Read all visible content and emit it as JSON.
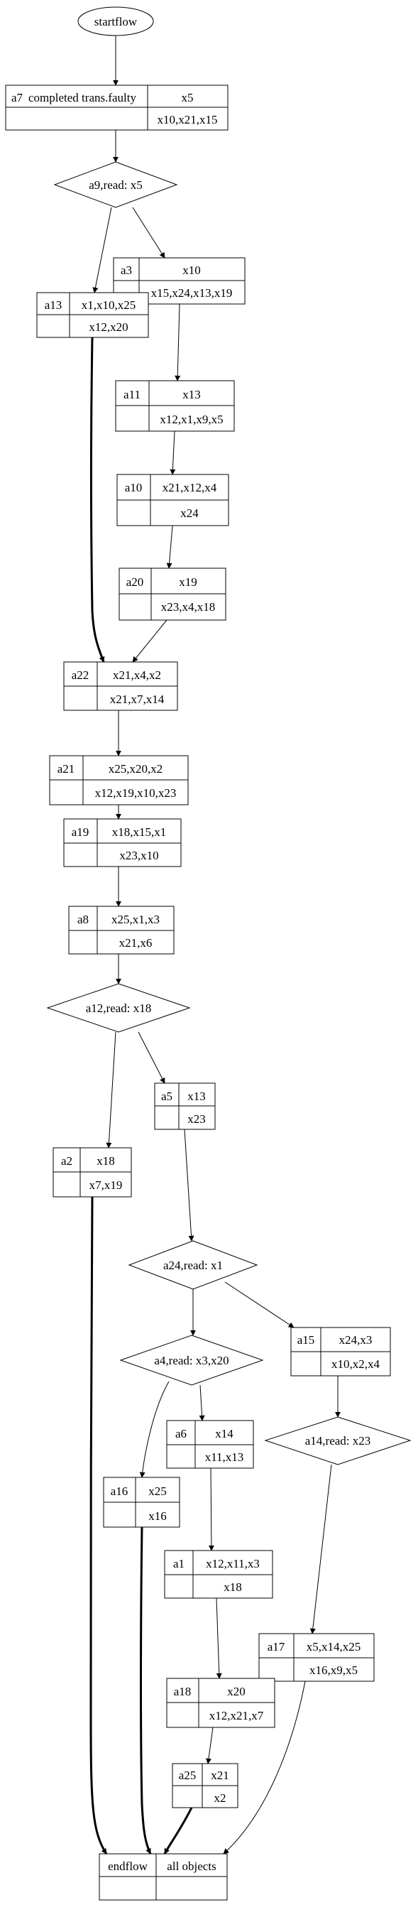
{
  "nodes": {
    "start": {
      "label": "startflow"
    },
    "n_a7": {
      "id": "a7",
      "write": "completed trans.faulty",
      "c1": "x5",
      "c2": "x10,x21,x15"
    },
    "d_a9": {
      "label": "a9,read: x5"
    },
    "n_a3": {
      "id": "a3",
      "c1": "x10",
      "c2": "x15,x24,x13,x19"
    },
    "n_a13": {
      "id": "a13",
      "c1": "x1,x10,x25",
      "c2": "x12,x20"
    },
    "n_a11": {
      "id": "a11",
      "c1": "x13",
      "c2": "x12,x1,x9,x5"
    },
    "n_a10": {
      "id": "a10",
      "c1": "x21,x12,x4",
      "c2": "x24"
    },
    "n_a20": {
      "id": "a20",
      "c1": "x19",
      "c2": "x23,x4,x18"
    },
    "n_a22": {
      "id": "a22",
      "c1": "x21,x4,x2",
      "c2": "x21,x7,x14"
    },
    "n_a21": {
      "id": "a21",
      "c1": "x25,x20,x2",
      "c2": "x12,x19,x10,x23"
    },
    "n_a19": {
      "id": "a19",
      "c1": "x18,x15,x1",
      "c2": "x23,x10"
    },
    "n_a8": {
      "id": "a8",
      "c1": "x25,x1,x3",
      "c2": "x21,x6"
    },
    "d_a12": {
      "label": "a12,read: x18"
    },
    "n_a5": {
      "id": "a5",
      "c1": "x13",
      "c2": "x23"
    },
    "n_a2": {
      "id": "a2",
      "c1": "x18",
      "c2": "x7,x19"
    },
    "d_a24": {
      "label": "a24,read: x1"
    },
    "d_a4": {
      "label": "a4,read: x3,x20"
    },
    "n_a15": {
      "id": "a15",
      "c1": "x24,x3",
      "c2": "x10,x2,x4"
    },
    "n_a6": {
      "id": "a6",
      "c1": "x14",
      "c2": "x11,x13"
    },
    "d_a14": {
      "label": "a14,read: x23"
    },
    "n_a16": {
      "id": "a16",
      "c1": "x25",
      "c2": "x16"
    },
    "n_a1": {
      "id": "a1",
      "c1": "x12,x11,x3",
      "c2": "x18"
    },
    "n_a17": {
      "id": "a17",
      "c1": "x5,x14,x25",
      "c2": "x16,x9,x5"
    },
    "n_a18": {
      "id": "a18",
      "c1": "x20",
      "c2": "x12,x21,x7"
    },
    "n_a25": {
      "id": "a25",
      "c1": "x21",
      "c2": "x2"
    },
    "end": {
      "c1": "endflow",
      "c2": "all objects"
    }
  }
}
